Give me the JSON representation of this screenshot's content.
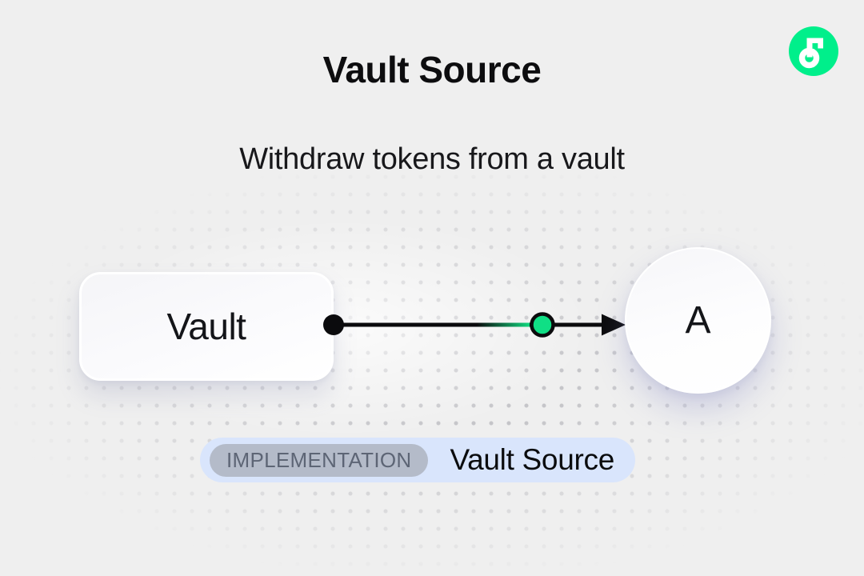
{
  "page": {
    "title": "Vault Source",
    "subtitle": "Withdraw tokens from a vault"
  },
  "logo": {
    "name": "flow-logo",
    "brand_green": "#00EF8B"
  },
  "diagram": {
    "source_node": {
      "label": "Vault",
      "shape": "rounded-rectangle"
    },
    "target_node": {
      "label": "A",
      "shape": "circle"
    },
    "edge": {
      "direction": "left-to-right",
      "start_dot_color": "#0b0b0d",
      "line_color": "#0b0b0d",
      "mid_node_color": "#10df85",
      "mid_node_border": "#0b0b0d"
    }
  },
  "badge": {
    "kind": "IMPLEMENTATION",
    "label": "Vault Source",
    "outer_bg": "#d9e5fc",
    "kind_bg": "#b4bbc9",
    "kind_text_color": "#5d6575"
  },
  "background": {
    "base_color": "#efefef",
    "dot_color": "#c2c2c6",
    "pattern": "faded-dot-grid"
  }
}
